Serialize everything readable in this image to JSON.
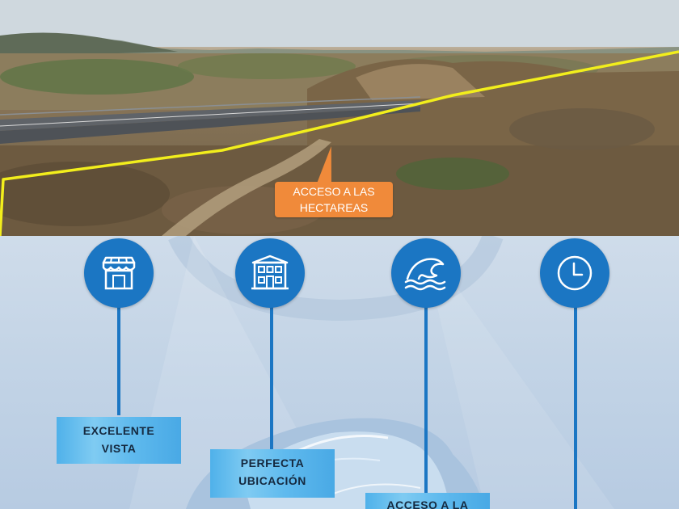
{
  "photo": {
    "callout": {
      "line1": "ACCESO A LAS",
      "line2": "HECTAREAS"
    }
  },
  "features": [
    {
      "icon": "storefront-icon",
      "line1": "EXCELENTE",
      "line2": "VISTA"
    },
    {
      "icon": "building-icon",
      "line1": "PERFECTA",
      "line2": "UBICACIÓN"
    },
    {
      "icon": "wave-icon",
      "line1": "ACCESO A LA",
      "line2": ""
    },
    {
      "icon": "clock-icon",
      "line1": "",
      "line2": ""
    }
  ],
  "colors": {
    "accent_blue": "#1b76c3",
    "callout_orange": "#f08a3a",
    "boundary_yellow": "#f2ee1c",
    "label_blue": "#5fbaee"
  }
}
